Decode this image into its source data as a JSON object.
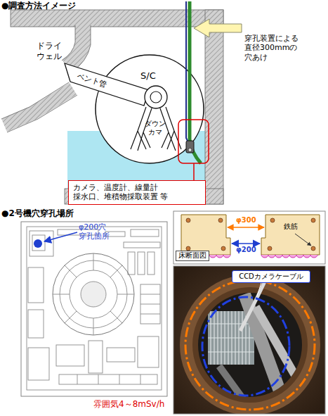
{
  "diagram": {
    "nodes": [
      {
        "text": [
          "カメラ、温度計、線量計 採水口、堆積物採取装置 等"
        ]
      },
      {
        "text": [
          "床断面図"
        ]
      },
      {
        "text": [
          "CCDカメラケーブル"
        ]
      }
    ],
    "labels": [
      "●調査方法イメージ",
      "ドライ ウェル",
      "ベント管",
      "S/C",
      "ダウン カマ",
      "穿孔装置による 直径300mmの 穴あけ",
      "●2号機穴穿孔場所",
      "φ200穴 穿孔箇所",
      "雰囲気4～8mSv/h",
      "φ300",
      "φ200",
      "鉄筋"
    ]
  }
}
